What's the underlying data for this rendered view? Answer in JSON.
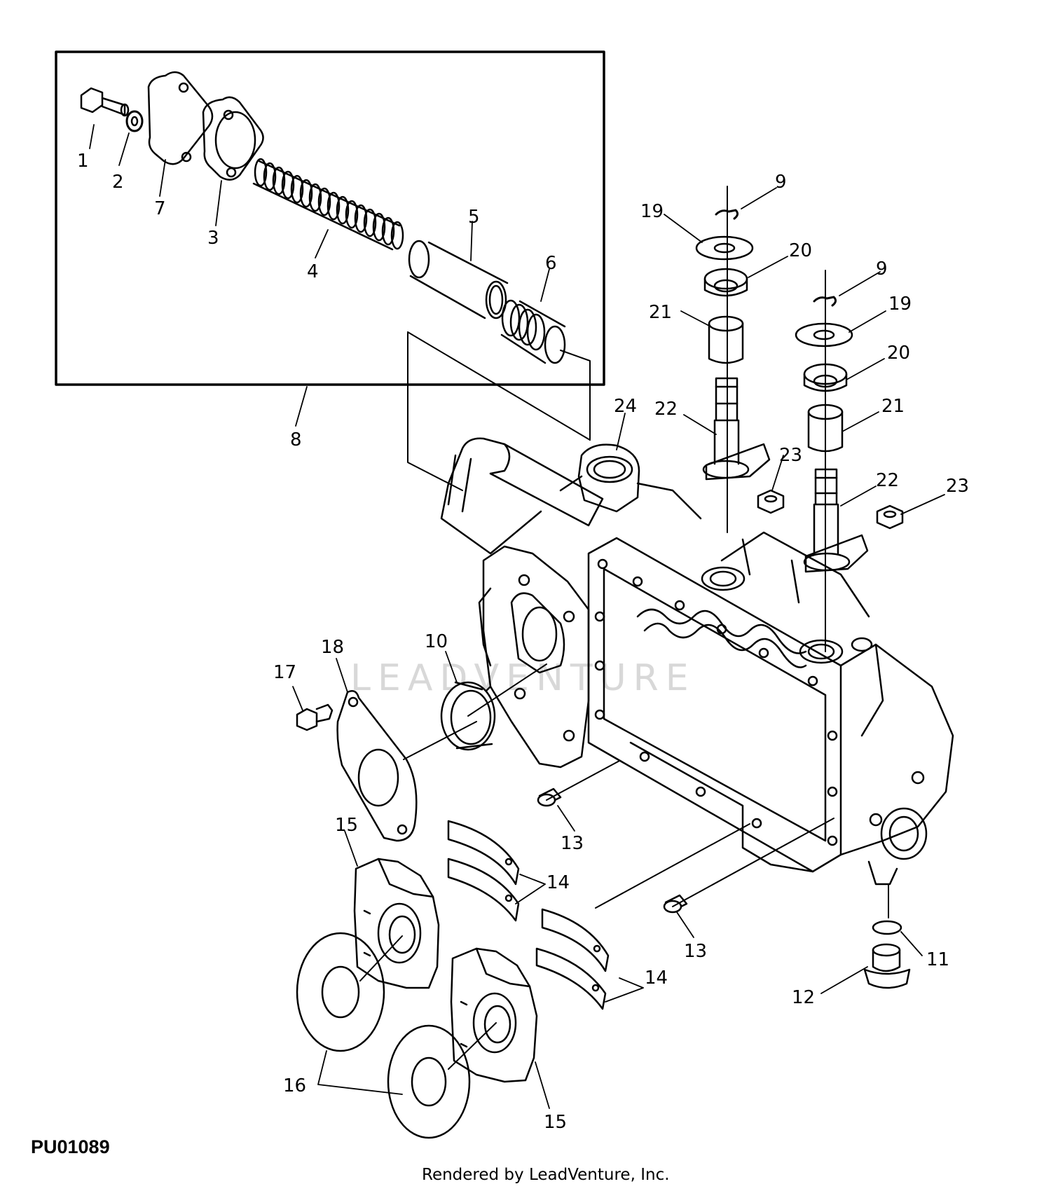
{
  "figure_id": "PU01089",
  "footer": "Rendered by LeadVenture, Inc.",
  "watermark": "LEADVENTURE",
  "callouts": {
    "c1": "1",
    "c2": "2",
    "c3": "3",
    "c4": "4",
    "c5": "5",
    "c6": "6",
    "c7": "7",
    "c8": "8",
    "c9a": "9",
    "c9b": "9",
    "c10": "10",
    "c11": "11",
    "c12": "12",
    "c13a": "13",
    "c13b": "13",
    "c14a": "14",
    "c14b": "14",
    "c15a": "15",
    "c15b": "15",
    "c16": "16",
    "c17": "17",
    "c18": "18",
    "c19a": "19",
    "c19b": "19",
    "c20a": "20",
    "c20b": "20",
    "c21a": "21",
    "c21b": "21",
    "c22a": "22",
    "c22b": "22",
    "c23a": "23",
    "c23b": "23",
    "c24": "24"
  }
}
